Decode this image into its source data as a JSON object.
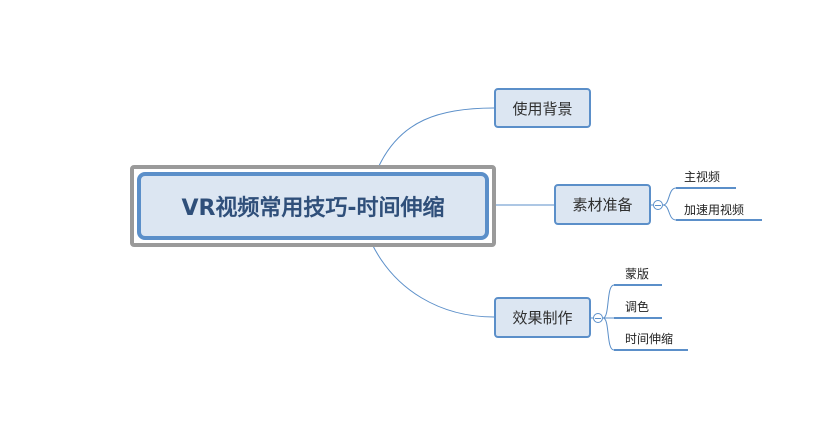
{
  "mindmap": {
    "central_topic": "VR视频常用技巧-时间伸缩",
    "branches": [
      {
        "label": "使用背景",
        "children": []
      },
      {
        "label": "素材准备",
        "children": [
          "主视频",
          "加速用视频"
        ]
      },
      {
        "label": "效果制作",
        "children": [
          "蒙版",
          "调色",
          "时间伸缩"
        ]
      }
    ]
  },
  "colors": {
    "node_fill": "#dce6f2",
    "node_border": "#5b8fc9",
    "central_outer_border": "#9a9a9a",
    "central_text": "#2f4f7a",
    "connector": "#5b8fc9"
  }
}
